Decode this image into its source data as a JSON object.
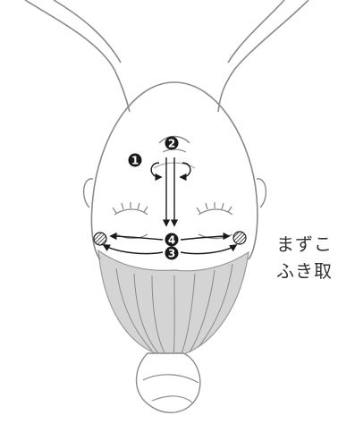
{
  "steps": {
    "step1": "1",
    "step2": "2",
    "step3": "3",
    "step4": "4"
  },
  "caption": {
    "line1": "まずこ",
    "line2": "ふき取"
  },
  "colors": {
    "outline": "#8a8a8a",
    "badge": "#1a1a1a",
    "hair_shade": "#d4d4d4",
    "arrow": "#1a1a1a"
  }
}
